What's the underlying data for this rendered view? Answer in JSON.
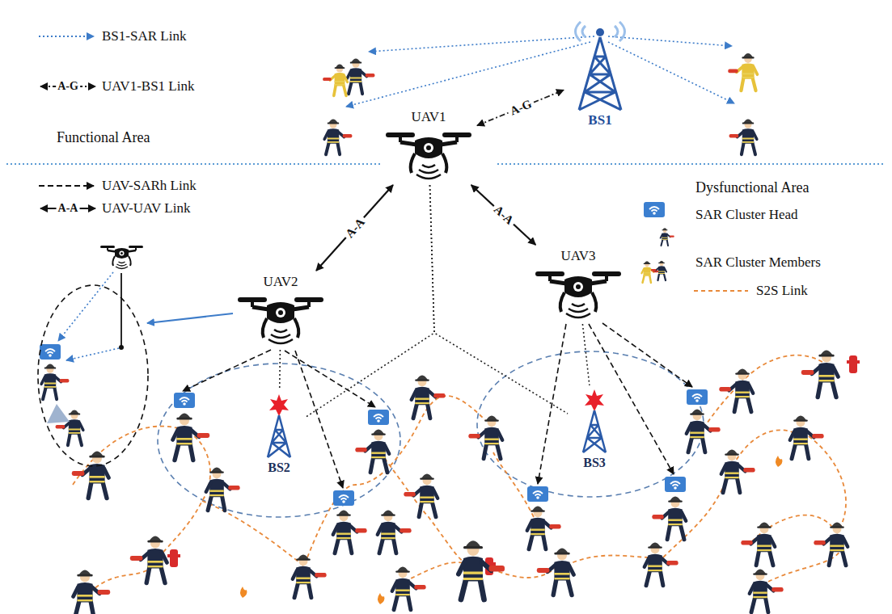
{
  "diagram": {
    "nodes": [
      {
        "text": [
          "UAV1"
        ]
      },
      {
        "text": [
          "BS1"
        ]
      },
      {
        "text": [
          "UAV2"
        ]
      },
      {
        "text": [
          "UAV3"
        ]
      },
      {
        "text": [
          "BS2"
        ]
      },
      {
        "text": [
          "BS3"
        ]
      }
    ],
    "edges": [
      {
        "from": 0,
        "to": 1,
        "arrow": "both",
        "label": "A-G"
      },
      {
        "from": 0,
        "to": 2,
        "arrow": "both",
        "label": "A-A"
      },
      {
        "from": 0,
        "to": 3,
        "arrow": "both",
        "label": "A-A"
      },
      {
        "from": 0,
        "to": 4,
        "arrow": "none"
      },
      {
        "from": 0,
        "to": 5,
        "arrow": "none"
      },
      {
        "from": 2,
        "to": 4,
        "arrow": "none"
      },
      {
        "from": 3,
        "to": 5,
        "arrow": "none"
      }
    ],
    "labels": [
      "Functional Area",
      "Dysfunctional Area",
      "A-G",
      "A-A"
    ],
    "legend": [
      {
        "text": "BS1-SAR Link"
      },
      {
        "text": "UAV1-BS1 Link"
      },
      {
        "text": "UAV-SARh Link"
      },
      {
        "text": "UAV-UAV Link"
      },
      {
        "text": "SAR Cluster Head"
      },
      {
        "text": "SAR Cluster Members"
      },
      {
        "text": "S2S Link"
      }
    ]
  }
}
